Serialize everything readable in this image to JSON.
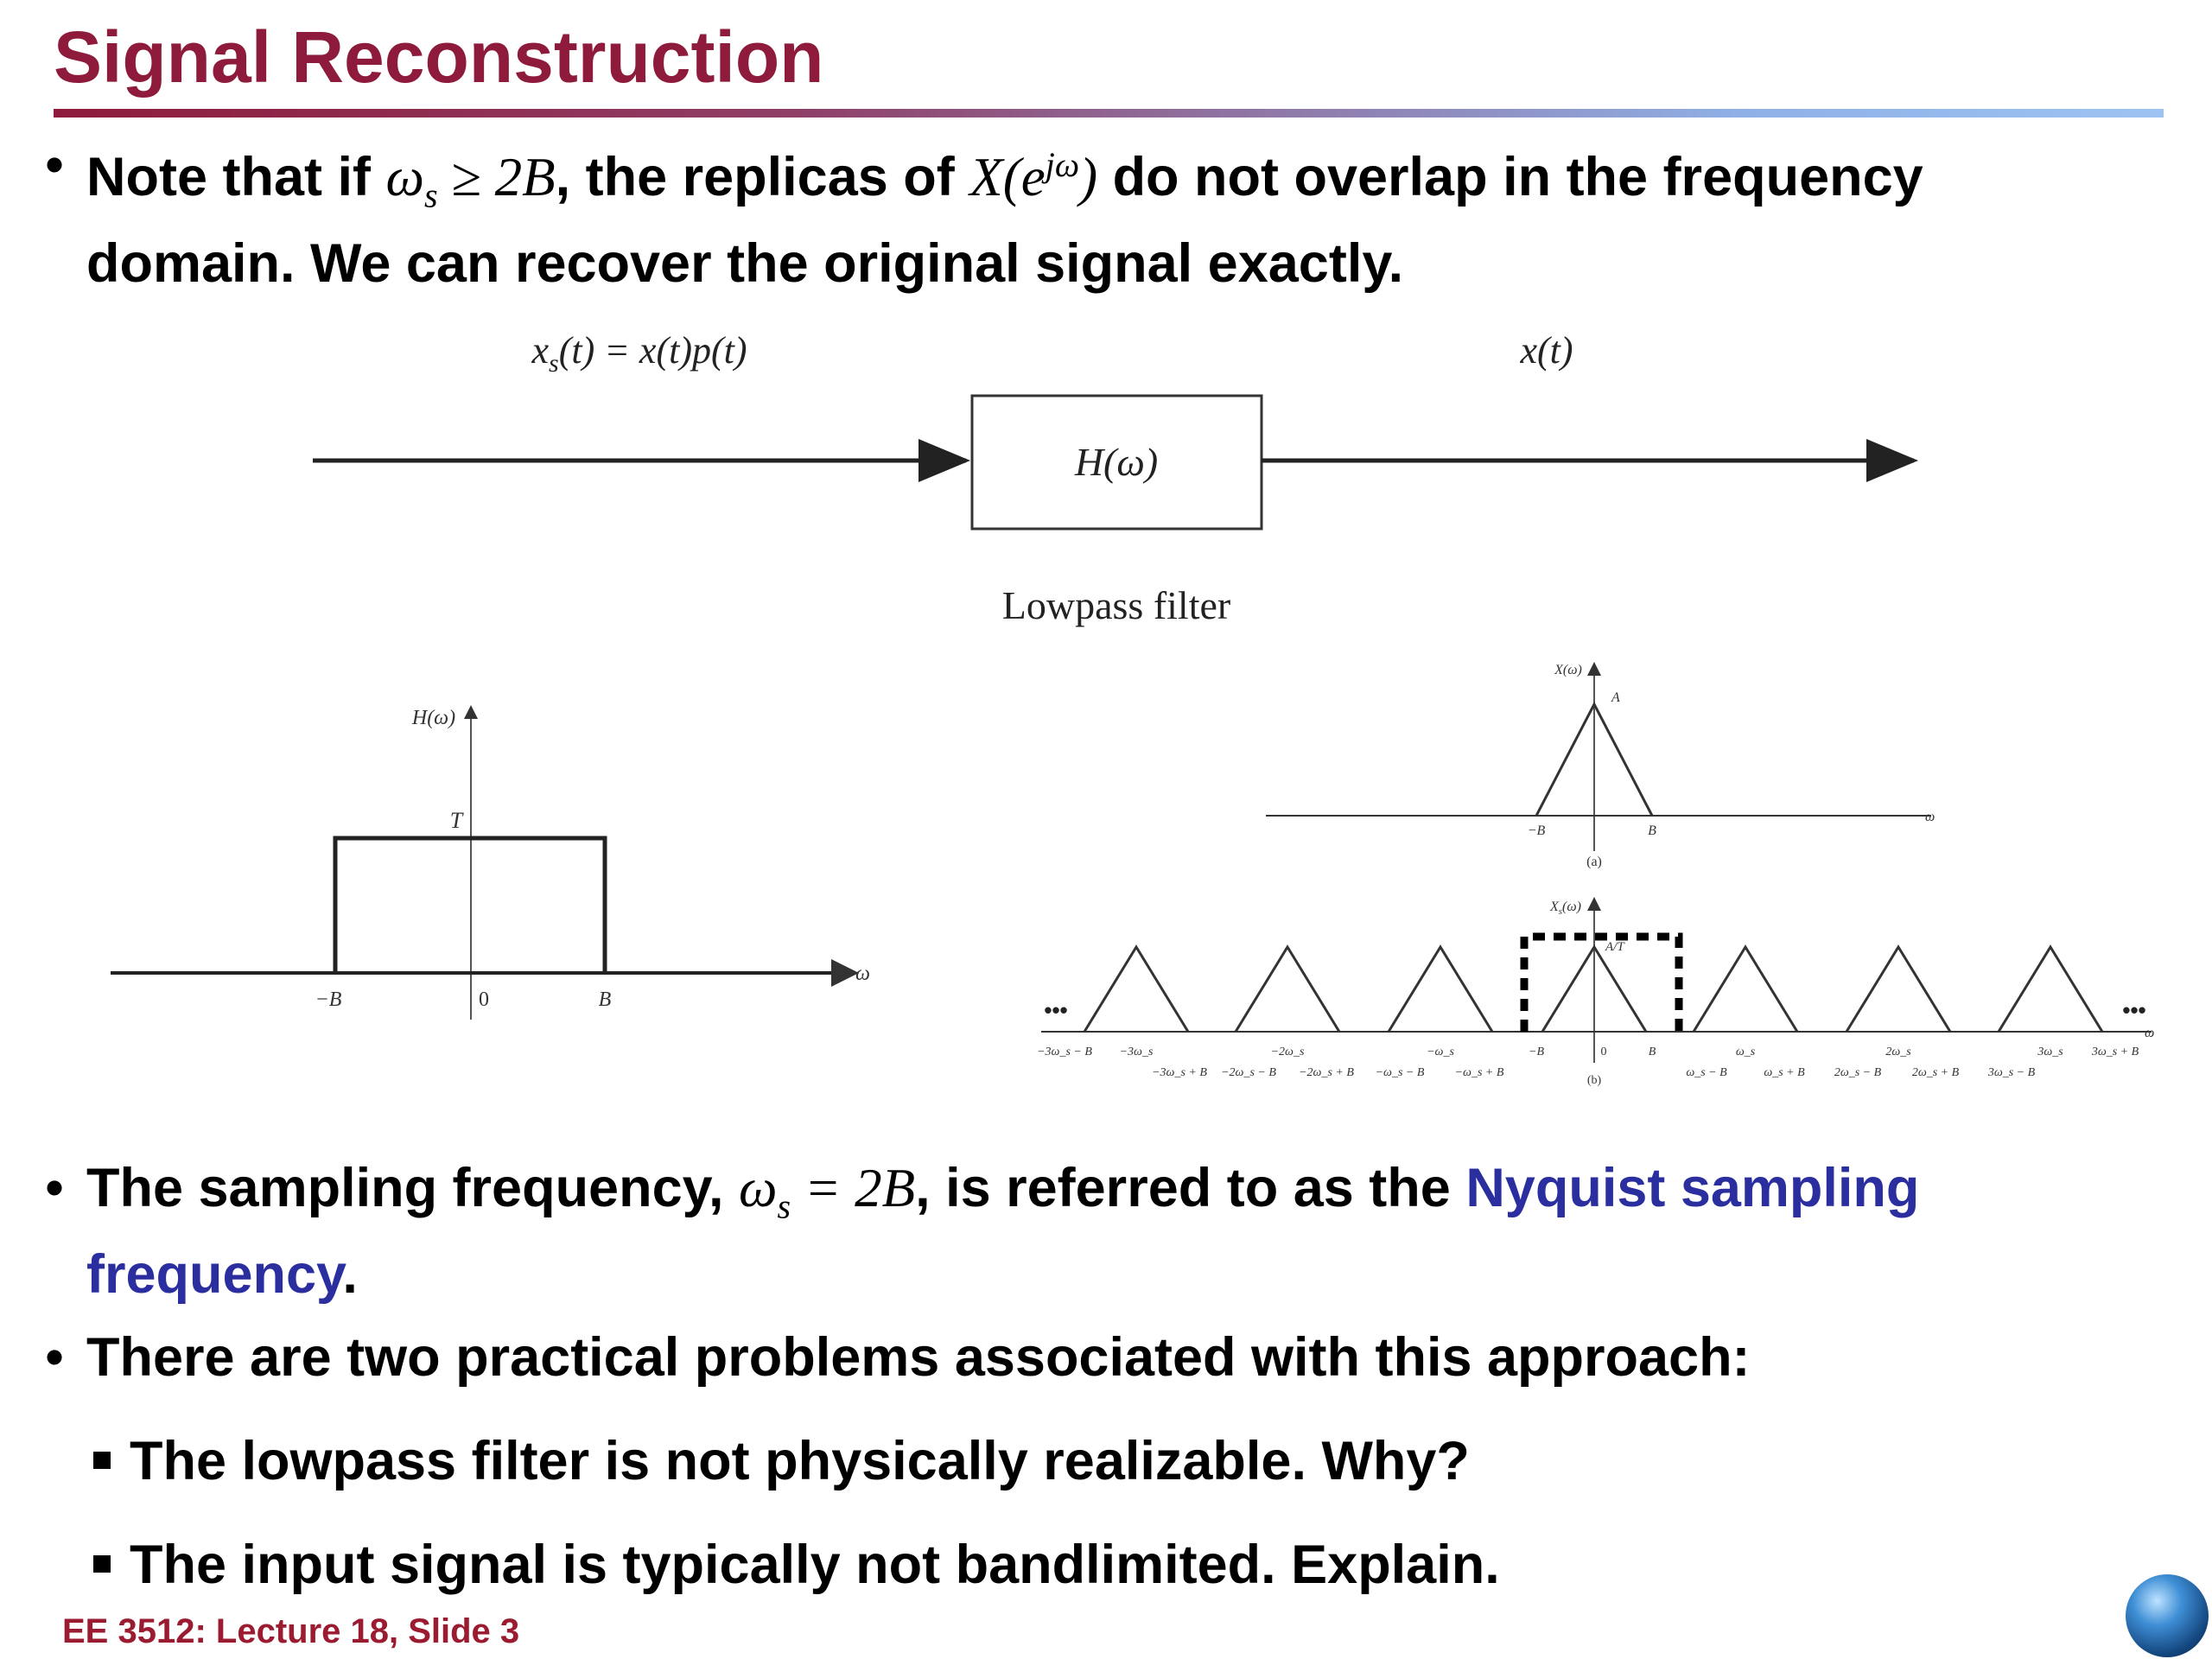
{
  "slide": {
    "title": "Signal Reconstruction",
    "bullet1": {
      "lead": "Note that if",
      "condition": "ω",
      "condition_sub": "s",
      "condition_rest": " ≥ 2B",
      "mid": ", the replicas of",
      "xfunc": "X",
      "xarg": "(e",
      "xexp": "jω",
      "xclose": ")",
      "tail": "do not overlap in the frequency",
      "line2": "domain. We can recover the original signal exactly."
    },
    "bullet2": {
      "lead": "The sampling frequency,",
      "eq": "ω",
      "eq_sub": "s",
      "eq_rest": " = 2B",
      "mid": ", is referred to as the",
      "highlight1": "Nyquist sampling",
      "highlight2": "frequency",
      "end": "."
    },
    "bullet3": "There are two practical problems associated with this approach:",
    "sub1": "The lowpass filter is not physically realizable. Why?",
    "sub2": "The input signal is typically not bandlimited. Explain.",
    "footer": "EE 3512: Lecture 18, Slide 3",
    "accent_color": "#8e1b3b",
    "highlight_color": "#2b2e9e",
    "logo_icon": "globe-icon"
  },
  "diagram": {
    "input_label": "x_s(t) = x(t)p(t)",
    "input_pre": "x",
    "input_sub": "s",
    "input_post": "(t) = x(t)p(t)",
    "output_label": "x(t)",
    "block_label": "H(ω)",
    "block_caption": "Lowpass filter"
  },
  "filter_plot": {
    "ylabel": "H(ω)",
    "level_label": "T",
    "x_axis_label": "ω",
    "ticks": [
      "−B",
      "0",
      "B"
    ]
  },
  "spectrum_a": {
    "ylabel": "X(ω)",
    "peak_label": "A",
    "x_axis_label": "ω",
    "ticks": [
      "−B",
      "B"
    ],
    "caption": "(a)"
  },
  "spectrum_b": {
    "ylabel": "X_s(ω)",
    "ylabel_pre": "X",
    "ylabel_sub": "s",
    "ylabel_post": "(ω)",
    "peak_label": "A/T",
    "x_axis_label": "ω",
    "ellipsis": "•••",
    "top_ticks": [
      "−3ω_s − B",
      "−3ω_s",
      "−2ω_s",
      "−ω_s",
      "−B",
      "0",
      "B",
      "ω_s",
      "2ω_s",
      "3ω_s",
      "3ω_s + B"
    ],
    "bottom_ticks": [
      "−3ω_s + B",
      "−2ω_s − B",
      "−2ω_s + B",
      "−ω_s − B",
      "−ω_s + B",
      "ω_s − B",
      "ω_s + B",
      "2ω_s − B",
      "2ω_s + B",
      "3ω_s − B"
    ],
    "caption": "(b)"
  }
}
